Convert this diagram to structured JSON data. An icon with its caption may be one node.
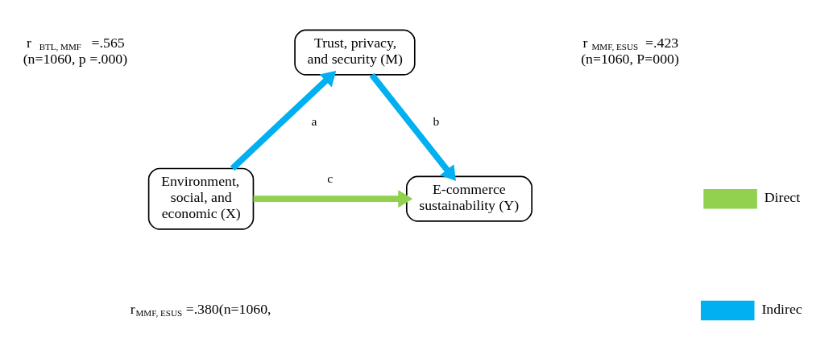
{
  "diagram": {
    "nodes": [
      {
        "text": [
          "Trust, privacy, and security (M)"
        ]
      },
      {
        "text": [
          "Environment, social, and economic (X)"
        ]
      },
      {
        "text": [
          "E-commerce sustainability (Y)"
        ]
      }
    ],
    "edges": [
      {
        "from": 1,
        "to": 0,
        "arrow": "to",
        "label": "a"
      },
      {
        "from": 0,
        "to": 2,
        "arrow": "to",
        "label": "b"
      },
      {
        "from": 1,
        "to": 2,
        "arrow": "to",
        "label": "c",
        "color": "#92d050"
      }
    ],
    "labels": [
      "r$_{BTL, MMF}$ =.565 (n=1060, p =.000)",
      "r$_{MMF, ESUS}$ =.423 (n=1060, P=000)",
      "r$_{MMF, ESUS}$ =.380(n=1060,"
    ],
    "legend": [
      {
        "text": "Direct",
        "color": "#92d050"
      },
      {
        "text": "Indirec",
        "color": "#00b0f0"
      }
    ]
  }
}
